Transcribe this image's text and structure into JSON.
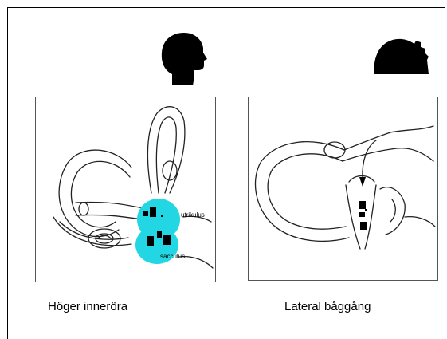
{
  "figure": {
    "panels": [
      {
        "caption": "Höger inneröra",
        "head_icon": "head-profile-upright-icon",
        "labels": {
          "utrikulus": "utrikulus",
          "sacculus": "sacculus"
        }
      },
      {
        "caption": "Lateral båggång",
        "head_icon": "head-profile-supine-icon"
      }
    ],
    "colors": {
      "otolith_highlight": "#22d6e3",
      "crystals": "#000000",
      "border": "#000000"
    }
  }
}
